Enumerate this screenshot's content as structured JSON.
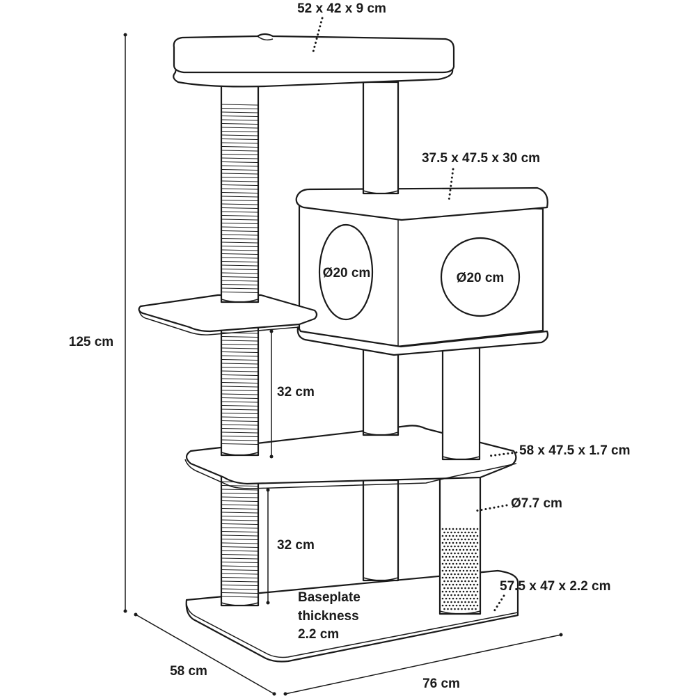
{
  "dimensions": {
    "top_platform": "52 x 42 x 9 cm",
    "cave": "37.5 x 47.5 x 30 cm",
    "cave_hole_left": "Ø20 cm",
    "cave_hole_right": "Ø20 cm",
    "total_height": "125 cm",
    "upper_gap": "32 cm",
    "lower_gap": "32 cm",
    "middle_platform": "58 x 47.5 x 1.7 cm",
    "post_diameter": "Ø7.7 cm",
    "baseplate": "57.5 x 47 x 2.2 cm",
    "baseplate_thickness_line1": "Baseplate",
    "baseplate_thickness_line2": "thickness",
    "baseplate_thickness_line3": "2.2 cm",
    "depth": "58 cm",
    "width": "76 cm"
  },
  "colors": {
    "line": "#1a1a1a",
    "background": "#ffffff"
  }
}
